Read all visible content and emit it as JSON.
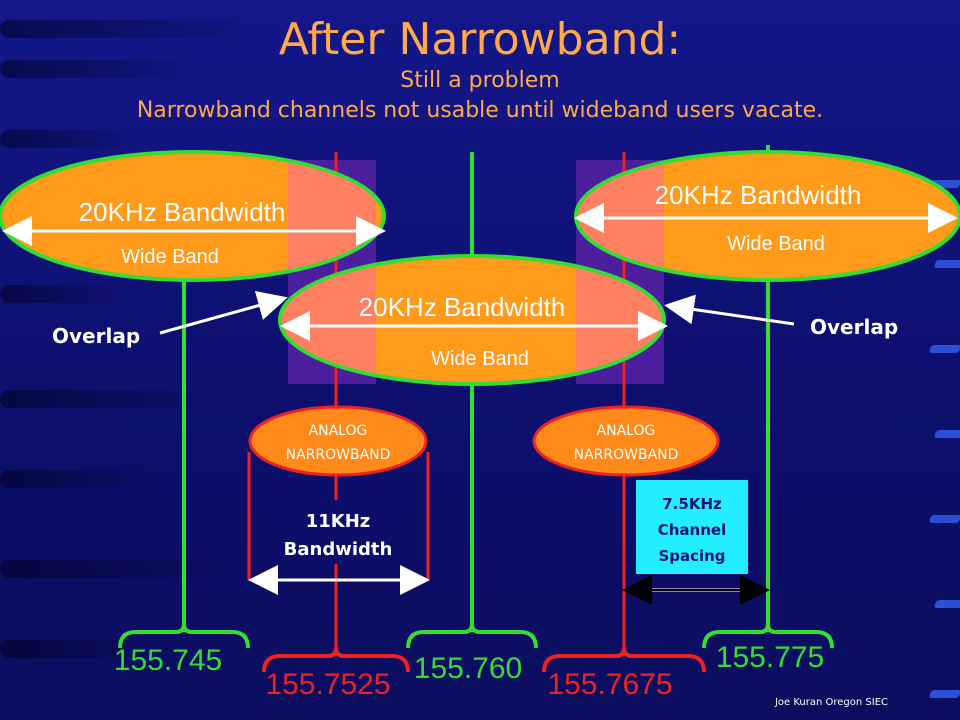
{
  "title": "After Narrowband:",
  "subtitle_line1": "Still a problem",
  "subtitle_line2": "Narrowband channels not usable until wideband users vacate.",
  "wideband": [
    {
      "bandwidth": "20KHz Bandwidth",
      "band": "Wide Band"
    },
    {
      "bandwidth": "20KHz Bandwidth",
      "band": "Wide Band"
    },
    {
      "bandwidth": "20KHz Bandwidth",
      "band": "Wide Band"
    }
  ],
  "narrowband": [
    {
      "line1": "ANALOG",
      "line2": "NARROWBAND"
    },
    {
      "line1": "ANALOG",
      "line2": "NARROWBAND"
    }
  ],
  "overlap_left": "Overlap",
  "overlap_right": "Overlap",
  "bandwidth_box": {
    "line1": "11KHz",
    "line2": "Bandwidth"
  },
  "spacing_box": {
    "line1": "7.5KHz",
    "line2": "Channel",
    "line3": "Spacing"
  },
  "frequencies_green": [
    "155.745",
    "155.760",
    "155.775"
  ],
  "frequencies_red": [
    "155.7525",
    "155.7675"
  ],
  "credit": "Joe Kuran Oregon SIEC",
  "colors": {
    "wide": "#ff9a1a",
    "wide_border": "#33dd33",
    "narrow": "#ff8a1a",
    "narrow_border": "#ee2222",
    "title": "#ffa94a",
    "green_line": "#33dd33",
    "red_line": "#ee2222",
    "overlap_purple": "#4c1f9e",
    "overlap_pink": "#ff8a55",
    "cyan_box": "#22eeff"
  }
}
